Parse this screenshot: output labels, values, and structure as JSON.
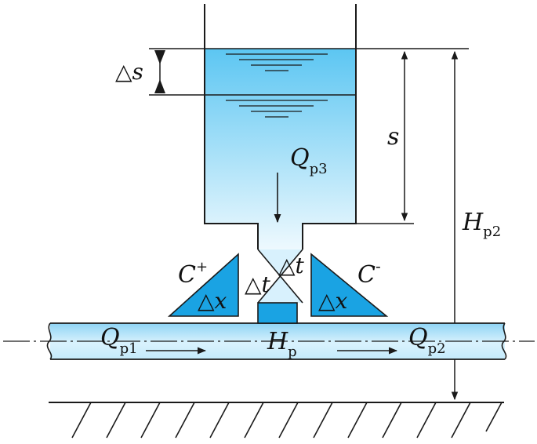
{
  "labels": {
    "delta_s": {
      "sym": "△",
      "var": "s"
    },
    "s": "s",
    "q_p3": {
      "var": "Q",
      "sub": "p3"
    },
    "h_p2": {
      "var": "H",
      "sub": "p2"
    },
    "c_plus": {
      "var": "C",
      "sup": "+"
    },
    "c_minus": {
      "var": "C",
      "sup": "-"
    },
    "dt_left": {
      "sym": "△",
      "var": "t"
    },
    "dt_right": {
      "sym": "△",
      "var": "t"
    },
    "dx_left": {
      "sym": "△",
      "var": "x"
    },
    "dx_right": {
      "sym": "△",
      "var": "x"
    },
    "q_p1": {
      "var": "Q",
      "sub": "p1"
    },
    "h_p": {
      "var": "H",
      "sub": "p"
    },
    "q_p2": {
      "var": "Q",
      "sub": "p2"
    }
  },
  "colors": {
    "water_top": "#5cc6f2",
    "water_bottom": "#eef9fe",
    "triangle_fill": "#1aa3e3",
    "pipe_top": "#9fdcf7",
    "pipe_bottom": "#eefaff",
    "line": "#1a1a1a"
  }
}
